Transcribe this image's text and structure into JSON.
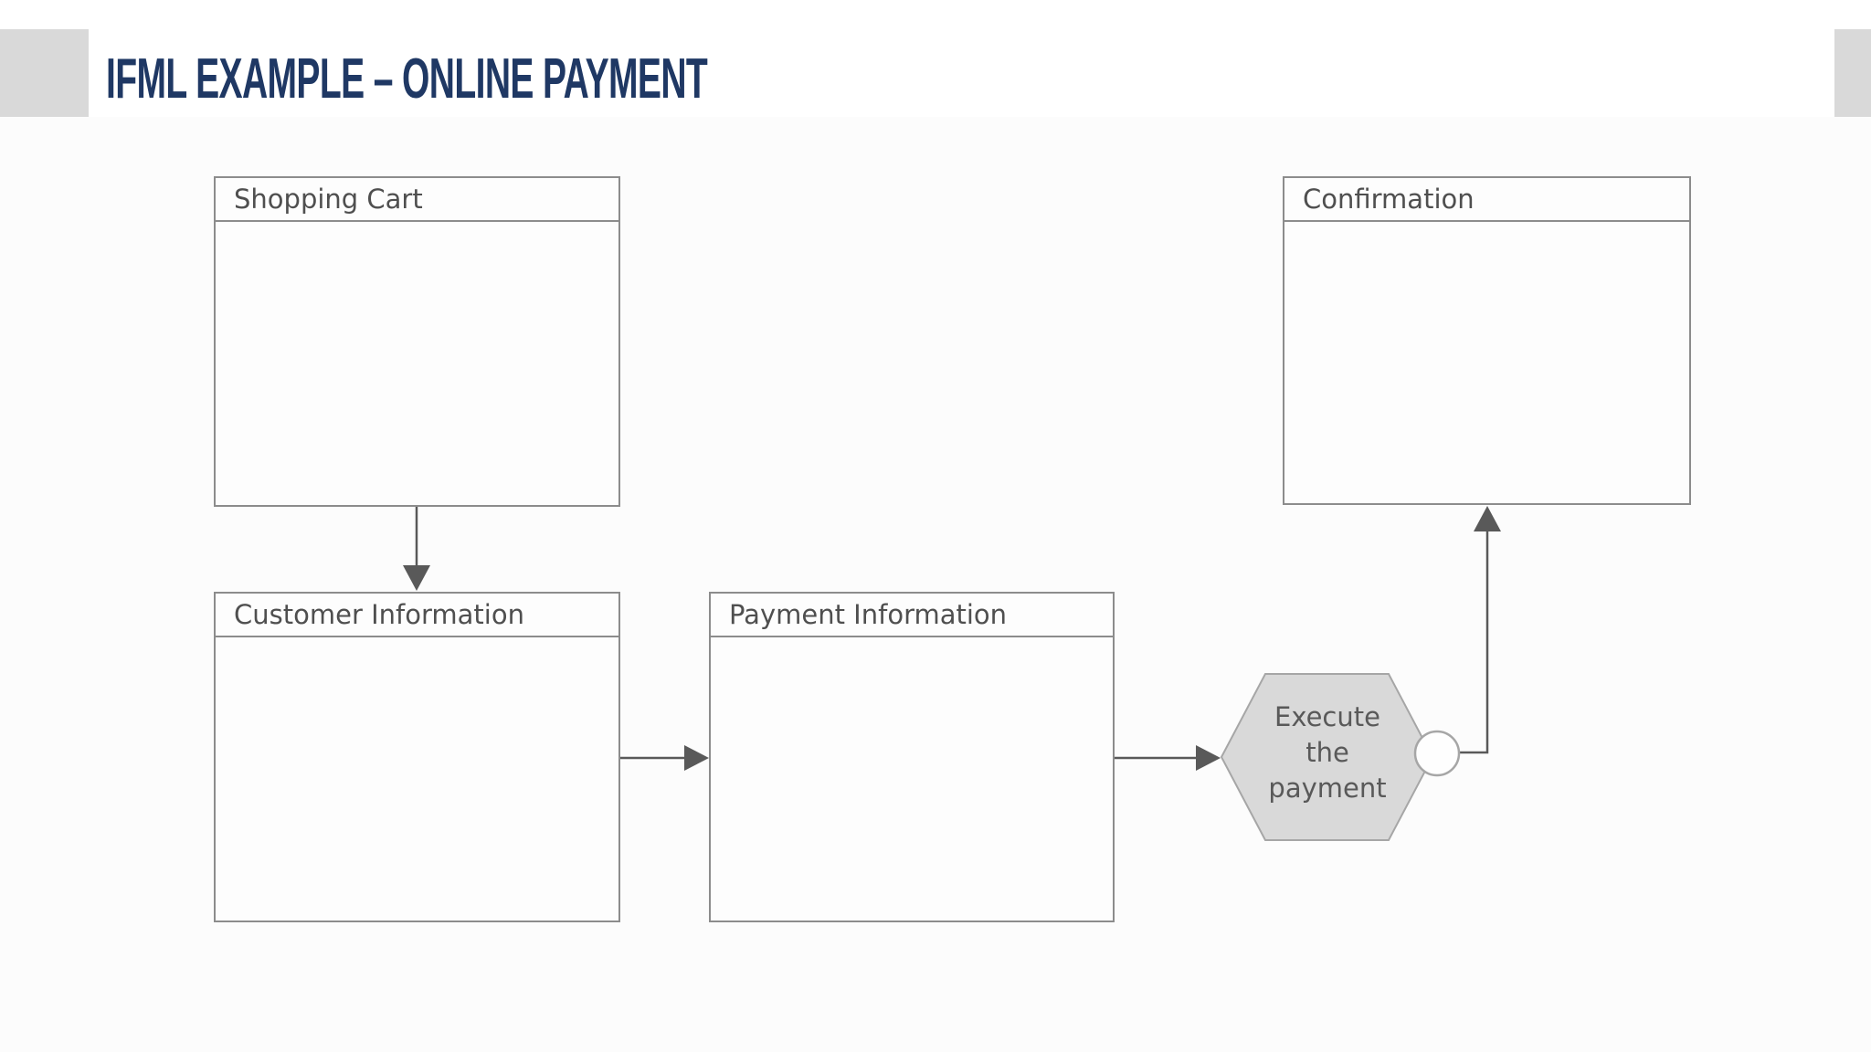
{
  "slide": {
    "title": "IFML EXAMPLE – ONLINE PAYMENT",
    "title_color": "#1f3864",
    "accent_bar_color": "#d9d9d9"
  },
  "diagram": {
    "boxes": [
      {
        "label": "Shopping Cart"
      },
      {
        "label": "Customer Information"
      },
      {
        "label": "Payment Information"
      },
      {
        "label": "Confirmation"
      }
    ],
    "action": {
      "label": "Execute the payment",
      "shape": "hexagon",
      "fill": "#d9d9d9"
    },
    "flows": [
      {
        "from": "Shopping Cart",
        "to": "Customer Information"
      },
      {
        "from": "Customer Information",
        "to": "Payment Information"
      },
      {
        "from": "Payment Information",
        "to": "Execute the payment"
      },
      {
        "from": "Execute the payment",
        "to": "Confirmation"
      }
    ],
    "colors": {
      "box_border": "#8c8c8c",
      "label_text": "#4f4f4f",
      "arrow": "#595959",
      "shape_border": "#a6a6a6"
    }
  }
}
